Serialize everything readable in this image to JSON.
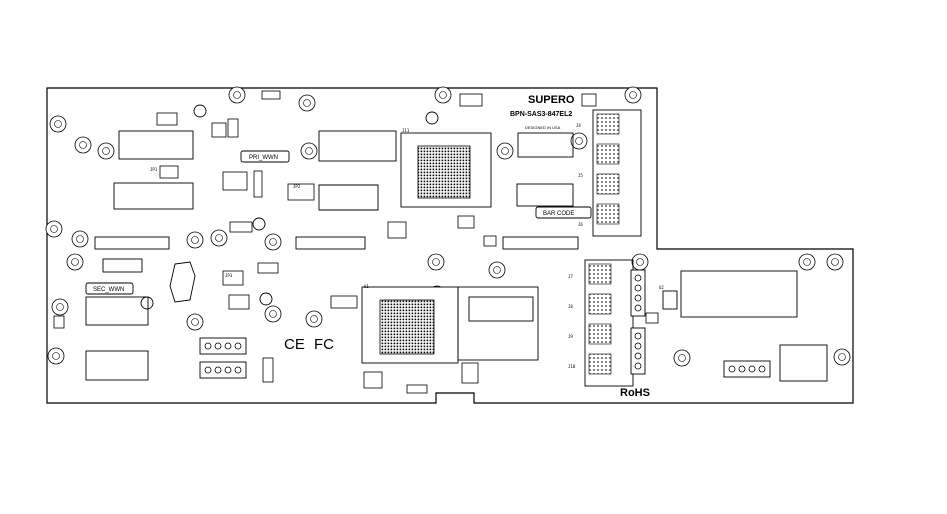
{
  "board": {
    "brand": "SUPERO",
    "model": "BPN-SAS3-847EL2",
    "made_in": "DESIGNED IN USA",
    "marks": {
      "pri_wwn": "PRI_WWN",
      "sec_wwn": "SEC_WWN",
      "bar_code": "BAR CODE",
      "ce": "CE",
      "fcc": "FC",
      "rohs": "RoHS"
    },
    "ref_labels": [
      "JP1",
      "JP2",
      "JP3",
      "J4",
      "J5",
      "J6",
      "J7",
      "J8",
      "J9",
      "J10",
      "J11",
      "U1",
      "U2"
    ]
  },
  "colors": {
    "outline": "#000000",
    "fill": "#ffffff",
    "grid": "#000000"
  }
}
